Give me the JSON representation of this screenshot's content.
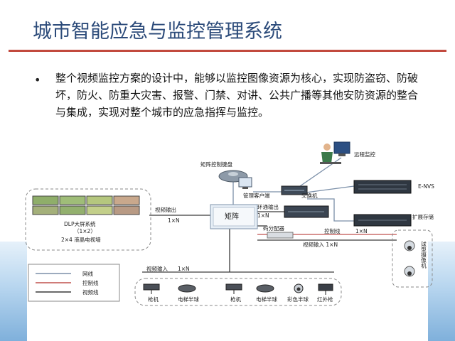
{
  "title": "城市智能应急与监控管理系统",
  "bullet": "整个视频监控方案的设计中，能够以监控图像资源为核心，实现防盗窃、防破坏，防火、防重大灾害、报警、门禁、对讲、公共广播等其他安防资源的整合与集成，实现对整个城市的应急指挥与监控。",
  "diagram": {
    "remote_monitor": "远程监控",
    "matrix_keyboard": "矩阵控制键盘",
    "management_client": "管理客户端",
    "switch": "交换机",
    "envs": "E-NVS",
    "expand_storage": "扩展存储",
    "video_output": "视频输出",
    "video_output_count": "1×N",
    "matrix": "矩阵",
    "loop_output": "环通输出",
    "loop_output_count": "1×N",
    "splitter": "码分配器",
    "control_line_label": "控制线",
    "control_count": "1×N",
    "video_input_right": "视频输入 1×N",
    "video_input_bottom": "视频输入",
    "video_input_bottom_count": "1×N",
    "dome_camera_label": "球型摄像机",
    "dlp_line1": "DLP大屏系统",
    "dlp_line2": "（1×2）",
    "lcd_wall": "2×4 液晶电视墙",
    "cameras": [
      "枪机",
      "电梯半球",
      "枪机",
      "电梯半球",
      "彩色半球",
      "红外枪"
    ],
    "legend": [
      "网线",
      "控制线",
      "视频线"
    ],
    "colors": {
      "network": "#7b8fa8",
      "control": "#c0504d",
      "video": "#3a3a3a"
    }
  }
}
